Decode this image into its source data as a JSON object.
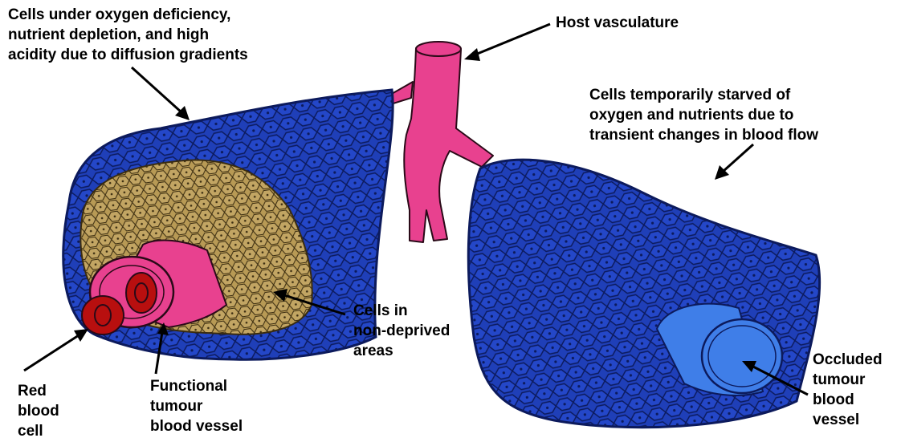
{
  "colors": {
    "background": "#ffffff",
    "cell_blue": "#1f3fb8",
    "cell_outline": "#0c1a5c",
    "non_deprived_tan": "#b89a55",
    "vessel_pink": "#e8418f",
    "red_blood_cell": "#b80f0f",
    "occluded_vessel": "#3f7ee8",
    "text": "#000000",
    "arrow": "#000000"
  },
  "icons": [
    "tumour-cell-mass-left",
    "tumour-cell-mass-right",
    "host-vessel-icon",
    "functional-vessel-icon",
    "red-blood-cell-icon",
    "occluded-vessel-icon",
    "arrow-icon"
  ],
  "labels": {
    "hypoxic_cells": [
      "Cells under oxygen deficiency,",
      "nutrient depletion, and high",
      "acidity due to diffusion gradients"
    ],
    "host_vasculature": [
      "Host vasculature"
    ],
    "starved_cells": [
      "Cells temporarily starved of",
      "oxygen and nutrients due to",
      "transient changes in blood flow"
    ],
    "non_deprived": [
      "Cells in",
      "non-deprived",
      "areas"
    ],
    "red_blood_cell": [
      "Red",
      "blood",
      "cell"
    ],
    "functional_vessel": [
      "Functional",
      "tumour",
      "blood vessel"
    ],
    "occluded_vessel": [
      "Occluded",
      "tumour",
      "blood",
      "vessel"
    ]
  }
}
